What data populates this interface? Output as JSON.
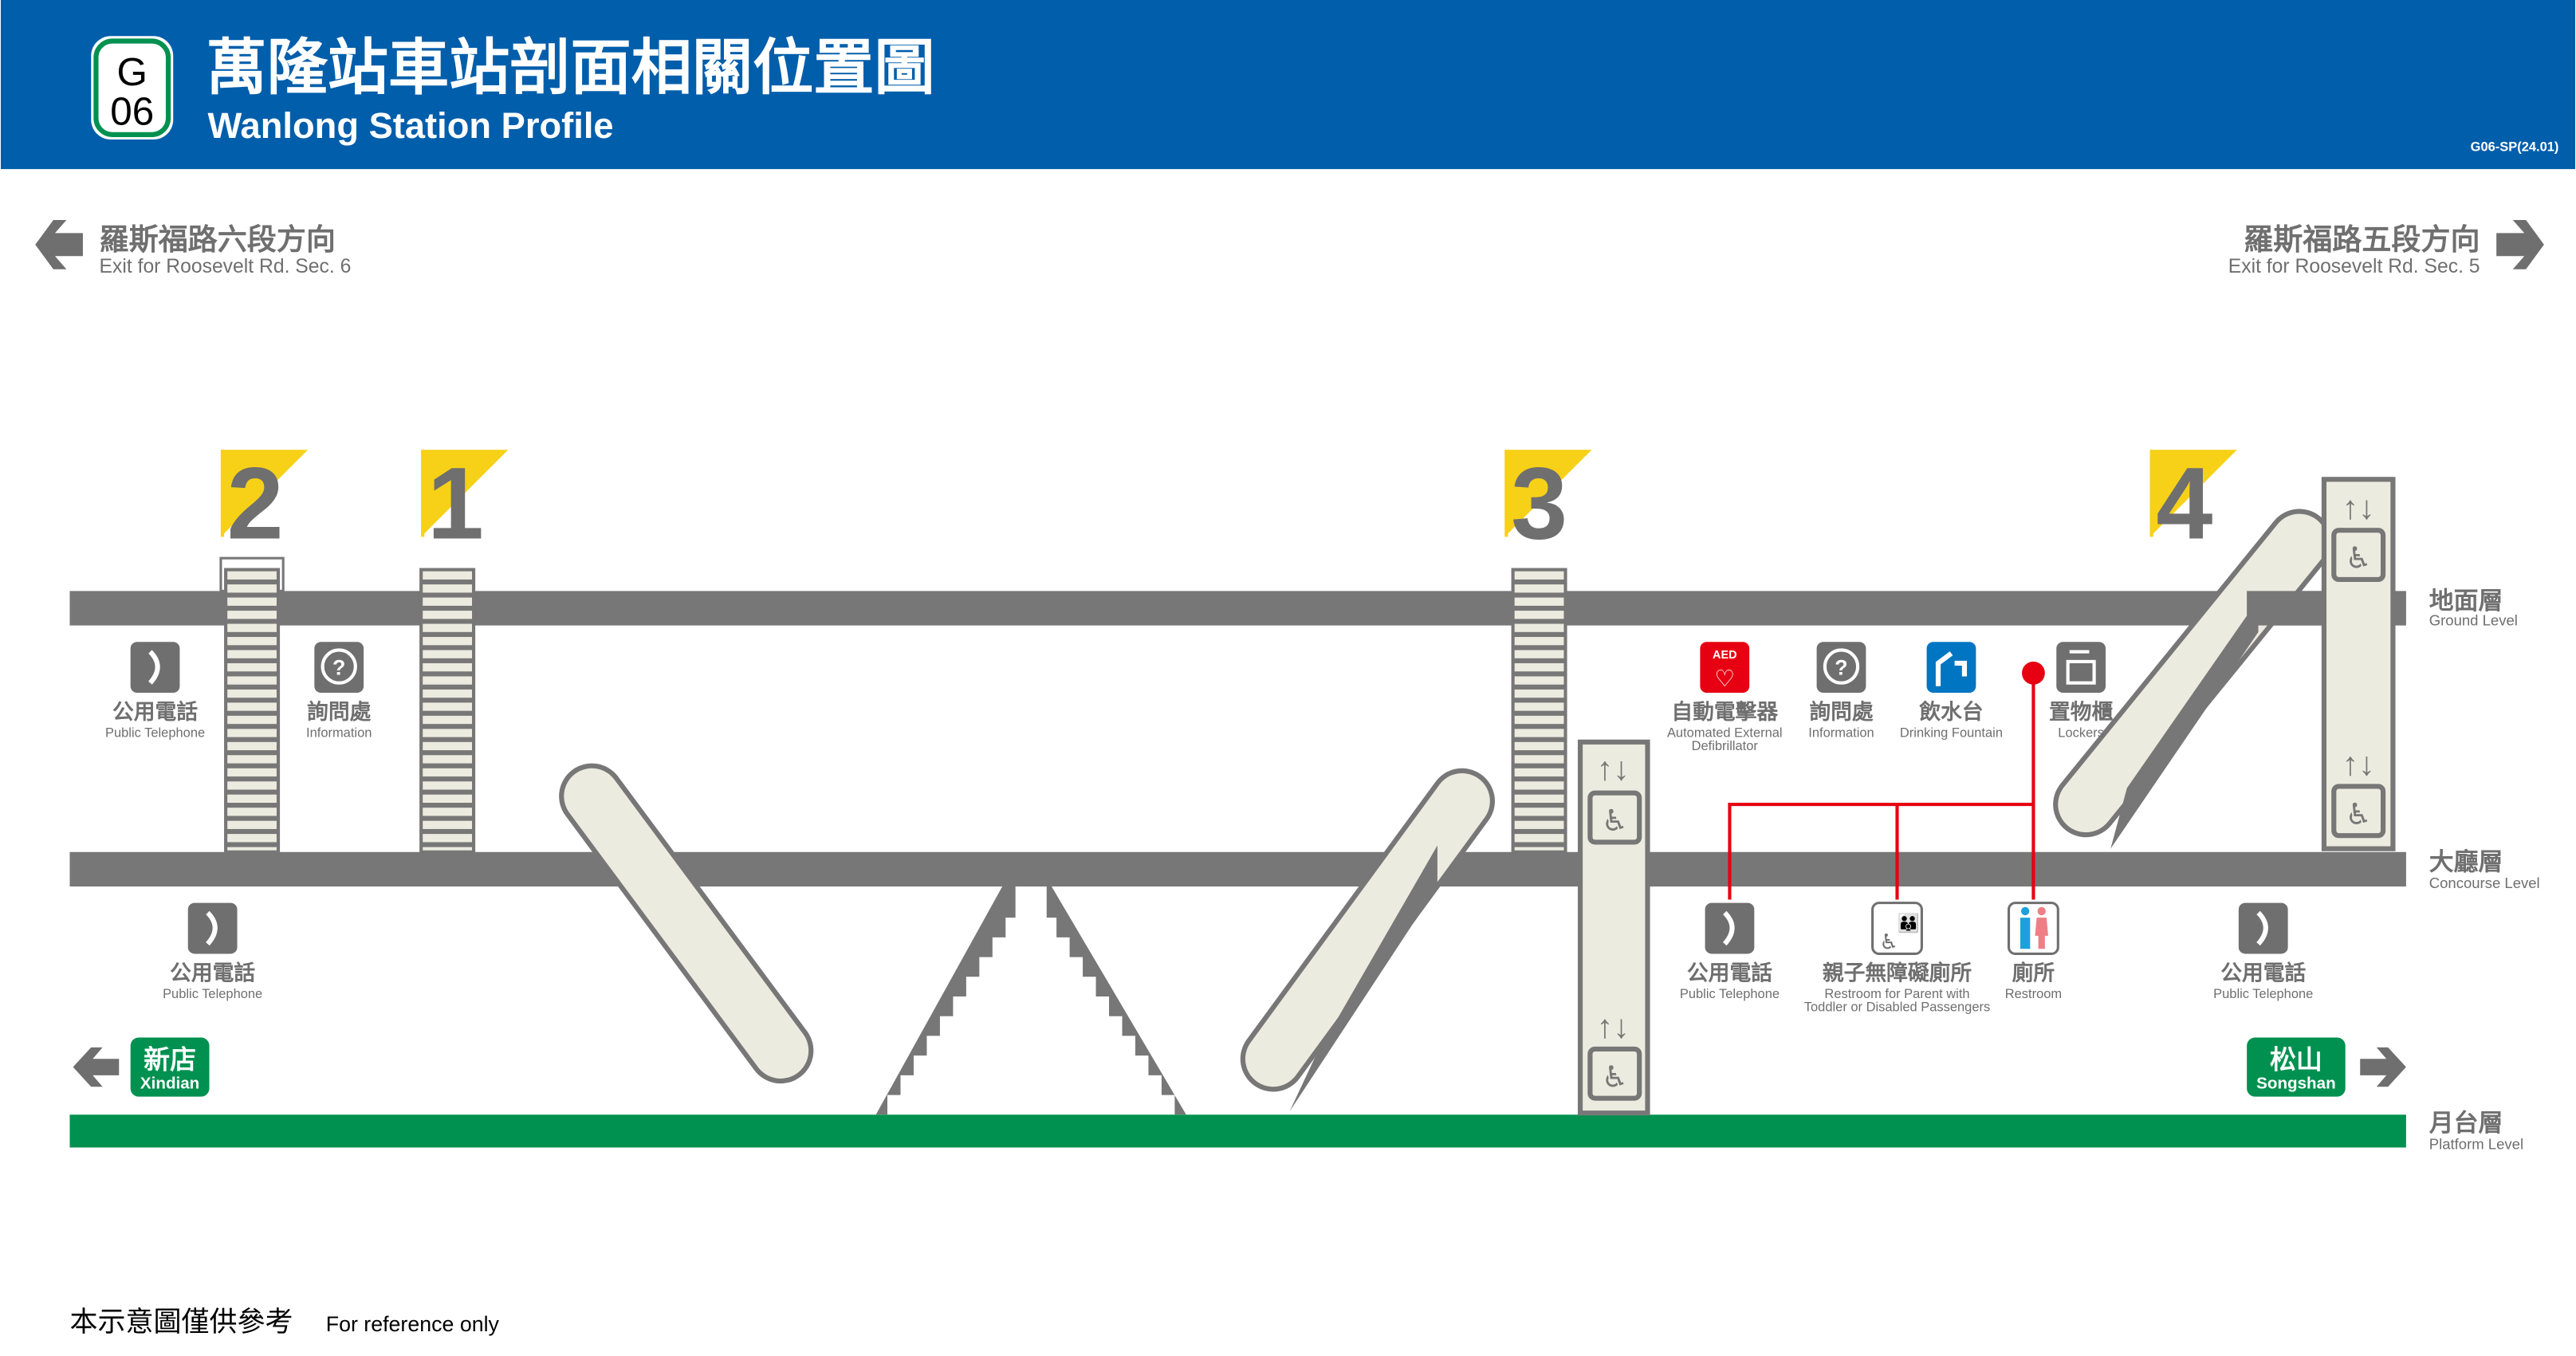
{
  "header": {
    "line_code": "G",
    "station_number": "06",
    "title_zh": "萬隆站車站剖面相關位置圖",
    "title_en": "Wanlong Station Profile",
    "doc_code": "G06-SP(24.01)"
  },
  "exits_direction": {
    "left": {
      "zh": "羅斯福路六段方向",
      "en": "Exit for Roosevelt Rd. Sec. 6"
    },
    "right": {
      "zh": "羅斯福路五段方向",
      "en": "Exit for Roosevelt Rd. Sec. 5"
    }
  },
  "exit_numbers": [
    "2",
    "1",
    "3",
    "4"
  ],
  "levels": [
    {
      "zh": "地面層",
      "en": "Ground Level"
    },
    {
      "zh": "大廳層",
      "en": "Concourse Level"
    },
    {
      "zh": "月台層",
      "en": "Platform Level"
    }
  ],
  "facilities": {
    "left_phone": {
      "zh": "公用電話",
      "en": "Public Telephone"
    },
    "left_info": {
      "zh": "詢問處",
      "en": "Information"
    },
    "concourse_phone_left": {
      "zh": "公用電話",
      "en": "Public Telephone"
    },
    "aed": {
      "zh": "自動電擊器",
      "en1": "Automated External",
      "en2": "Defibrillator",
      "icon_text": "AED"
    },
    "info": {
      "zh": "詢問處",
      "en": "Information"
    },
    "fountain": {
      "zh": "飲水台",
      "en": "Drinking Fountain"
    },
    "lockers": {
      "zh": "置物櫃",
      "en": "Lockers"
    },
    "phone_mid": {
      "zh": "公用電話",
      "en": "Public Telephone"
    },
    "family_restroom": {
      "zh": "親子無障礙廁所",
      "en1": "Restroom for Parent with",
      "en2": "Toddler or Disabled Passengers"
    },
    "restroom": {
      "zh": "廁所",
      "en": "Restroom"
    },
    "phone_right": {
      "zh": "公用電話",
      "en": "Public Telephone"
    }
  },
  "directions": {
    "xindian": {
      "zh": "新店",
      "en": "Xindian"
    },
    "songshan": {
      "zh": "松山",
      "en": "Songshan"
    }
  },
  "footer": {
    "zh": "本示意圖僅供參考",
    "en": "For reference only"
  },
  "colors": {
    "header_blue": "#005eab",
    "line_green": "#009150",
    "level_gray": "#777777",
    "exit_yellow": "#f7d117",
    "route_red": "#e60012",
    "escalator_cream": "#ecebdf"
  }
}
